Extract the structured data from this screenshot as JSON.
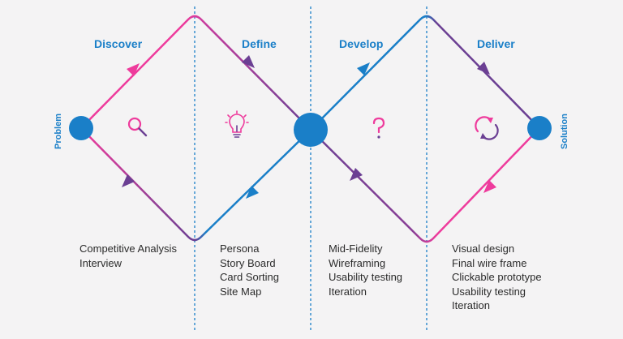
{
  "phases": [
    "Discover",
    "Define",
    "Develop",
    "Deliver"
  ],
  "endpoints": {
    "start": "Problem",
    "end": "Solution"
  },
  "activities": [
    [
      "Competitive Analysis",
      "Interview"
    ],
    [
      "Persona",
      "Story Board",
      "Card Sorting",
      "Site Map"
    ],
    [
      "Mid-Fidelity",
      "Wireframing",
      "Usability testing",
      "Iteration"
    ],
    [
      "Visual design",
      "Final wire frame",
      "Clickable prototype",
      "Usability testing",
      "Iteration"
    ]
  ],
  "icons": [
    "search-icon",
    "lightbulb-icon",
    "question-mark-icon",
    "refresh-icon"
  ],
  "colors": {
    "background": "#f4f3f4",
    "blue": "#1a7fc8",
    "pink": "#ee3b9c",
    "purple": "#6b3f93",
    "text": "#2b2b2b"
  }
}
